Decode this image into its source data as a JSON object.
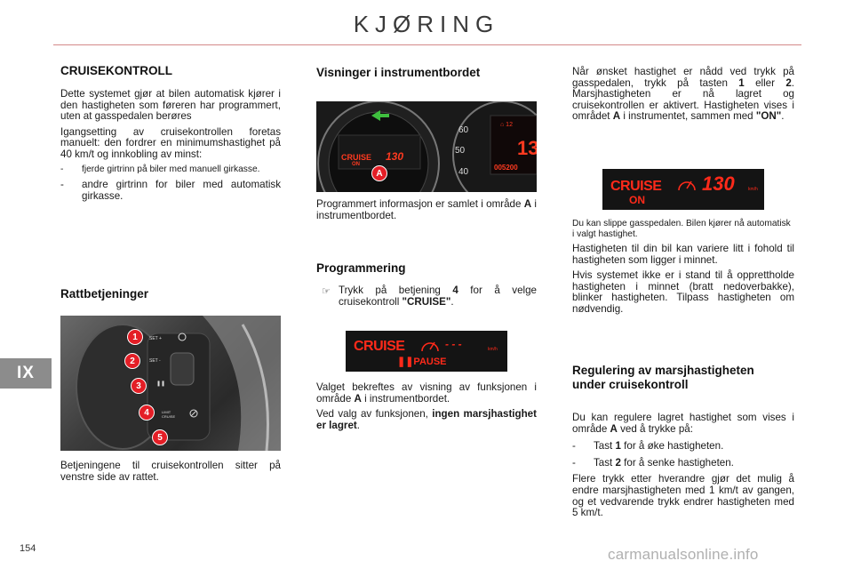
{
  "header": {
    "title": "KJØRING"
  },
  "chapter_tab": "IX",
  "page_number": "154",
  "col1": {
    "heading": "CRUISEKONTROLL",
    "p1": "Dette systemet gjør at bilen automatisk kjører i den hastigheten som føreren har programmert, uten at gasspedalen berøres",
    "p2": "Igangsetting av cruisekontrollen foretas manuelt: den fordrer en minimumshastighet på 40 km/t og innkobling av minst:",
    "list": [
      {
        "dash": "-",
        "text": "fjerde girtrinn på biler med manuell girkasse."
      },
      {
        "dash": "-",
        "text": "andre girtrinn for biler med automatisk girkasse."
      }
    ],
    "heading2": "Rattbetjeninger",
    "badges": [
      "1",
      "2",
      "3",
      "4",
      "5"
    ],
    "caption": "Betjeningene til cruisekontrollen sitter på venstre side av rattet."
  },
  "col2": {
    "heading": "Visninger i instrumentbordet",
    "cluster_label": "A",
    "cluster_text_cruise": "CRUISE",
    "cluster_text_on": "ON",
    "cluster_speed": "130",
    "cluster_odo": "005200",
    "cluster_digit": "13",
    "caption_pre": "Programmert informasjon er samlet i område ",
    "caption_bold": "A",
    "caption_post": " i instrumentbordet.",
    "heading2": "Programmering",
    "bullet_mark": "☞",
    "bullet_pre": "Trykk på betjening ",
    "bullet_bold": "4",
    "bullet_mid": " for å velge cruisekontroll ",
    "bullet_bold2": "\"CRUISE\"",
    "bullet_post": ".",
    "lcd_word": "CRUISE",
    "lcd_pause": "❚❚PAUSE",
    "lcd_dashes": "- - -",
    "lcd_unit": "km/h",
    "p_confirm_pre": "Valget bekreftes av visning av funksjonen i område ",
    "p_confirm_bold": "A",
    "p_confirm_post": " i instrumentbordet.",
    "p_choice_pre": "Ved valg av funksjonen, ",
    "p_choice_bold": "ingen marsjhastighet er lagret",
    "p_choice_post": "."
  },
  "col3": {
    "p1_pre": "Når ønsket hastighet er nådd ved trykk på gasspedalen, trykk på tasten ",
    "p1_b1": "1",
    "p1_mid1": " eller ",
    "p1_b2": "2",
    "p1_mid2": ". Marsjhastigheten er nå lagret og cruisekontrollen er aktivert. Hastigheten vises i området ",
    "p1_b3": "A",
    "p1_mid3": " i instrumentet, sammen med ",
    "p1_b4": "\"ON\"",
    "p1_post": ".",
    "lcd_word": "CRUISE",
    "lcd_on": "ON",
    "lcd_speed": "130",
    "lcd_unit": "km/h",
    "note": "Du kan slippe gasspedalen. Bilen kjører nå automatisk i valgt hastighet.",
    "p2": "Hastigheten til din bil kan variere litt i fohold til hastigheten som ligger i minnet.",
    "p3": "Hvis systemet ikke er i stand til å opprettholde hastigheten i minnet (bratt nedoverbakke), blinker hastigheten. Tilpass hastigheten om nødvendig.",
    "heading": "Regulering av marsjhastigheten under cruisekontroll",
    "p4_pre": "Du kan regulere lagret hastighet som vises i område ",
    "p4_bold": "A",
    "p4_post": " ved å trykke på:",
    "list": [
      {
        "dash": "-",
        "pre": "Tast ",
        "bold": "1",
        "post": " for å øke hastigheten."
      },
      {
        "dash": "-",
        "pre": "Tast ",
        "bold": "2",
        "post": " for å senke hastigheten."
      }
    ],
    "p5": "Flere trykk etter hverandre gjør det mulig å endre marsjhastigheten med 1 km/t av gangen, og et vedvarende trykk endrer hastigheten med 5 km/t."
  },
  "watermark": "carmanualsonline.info",
  "colors": {
    "rule": "#d48a8a",
    "tab": "#8c8c8c",
    "lcd_red": "#ff2a1a",
    "badge_red": "#e41e26"
  }
}
